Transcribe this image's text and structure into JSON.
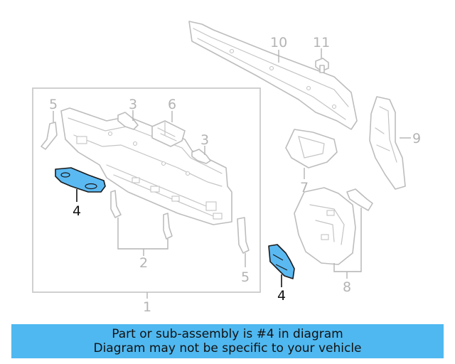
{
  "diagram": {
    "callouts": {
      "c1": "1",
      "c2": "2",
      "c3a": "3",
      "c3b": "3",
      "c4a": "4",
      "c4b": "4",
      "c5a": "5",
      "c5b": "5",
      "c6": "6",
      "c7": "7",
      "c8": "8",
      "c9": "9",
      "c10": "10",
      "c11": "11"
    },
    "highlighted_part": "4",
    "highlight_color": "#5bb9f2"
  },
  "banner": {
    "line1": "Part or sub-assembly is #4 in diagram",
    "line2": "Diagram may not be specific to your vehicle",
    "background": "#4fb8f0"
  }
}
